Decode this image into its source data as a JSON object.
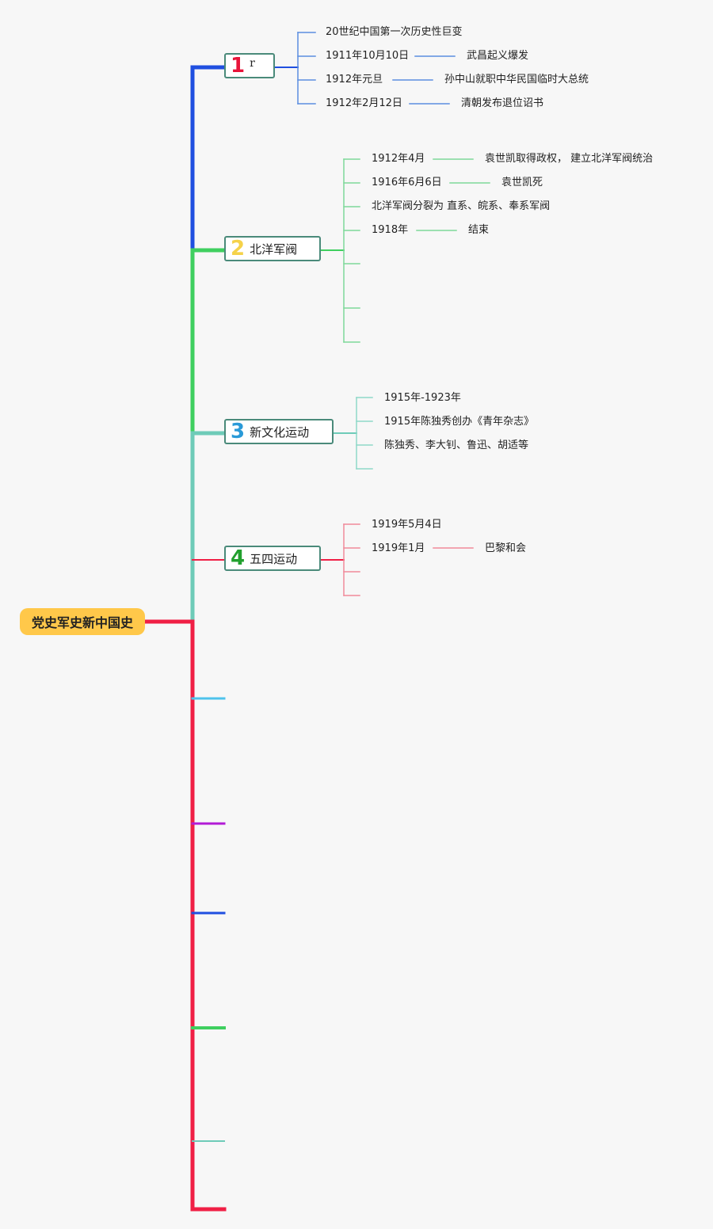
{
  "root": {
    "label": "党史军史新中国史"
  },
  "colors": {
    "root_fill": "#ffc84a",
    "branch_blue": "#1f4fe0",
    "branch_green": "#3fcf5f",
    "branch_teal": "#6ecbb8",
    "branch_red": "#f01f45",
    "branch_cyan": "#4ec3ec",
    "branch_purple": "#b21bd6",
    "num1": "#e8143a",
    "num2": "#f5d24a",
    "num3": "#2a9ad8",
    "num4": "#22a02e"
  },
  "topics": [
    {
      "number": "1",
      "label": "r",
      "leaves": [
        {
          "date": "20世纪中国第一次历史性巨变",
          "detail": ""
        },
        {
          "date": "1911年10月10日",
          "detail": "武昌起义爆发"
        },
        {
          "date": "1912年元旦",
          "detail": "孙中山就职中华民国临时大总统"
        },
        {
          "date": "1912年2月12日",
          "detail": "清朝发布退位诏书"
        }
      ]
    },
    {
      "number": "2",
      "label": "北洋军阀",
      "leaves": [
        {
          "date": "1912年4月",
          "detail": "袁世凯取得政权， 建立北洋军阀统治"
        },
        {
          "date": "1916年6月6日",
          "detail": "袁世凯死"
        },
        {
          "date": "北洋军阀分裂为 直系、皖系、奉系军阀",
          "detail": ""
        },
        {
          "date": "1918年",
          "detail": "结束"
        }
      ]
    },
    {
      "number": "3",
      "label": "新文化运动",
      "leaves": [
        {
          "date": "1915年-1923年",
          "detail": ""
        },
        {
          "date": "1915年陈独秀创办《青年杂志》",
          "detail": ""
        },
        {
          "date": "陈独秀、李大钊、鲁迅、胡适等",
          "detail": ""
        }
      ]
    },
    {
      "number": "4",
      "label": "五四运动",
      "leaves": [
        {
          "date": "1919年5月4日",
          "detail": ""
        },
        {
          "date": "1919年1月",
          "detail": "巴黎和会"
        }
      ]
    }
  ]
}
